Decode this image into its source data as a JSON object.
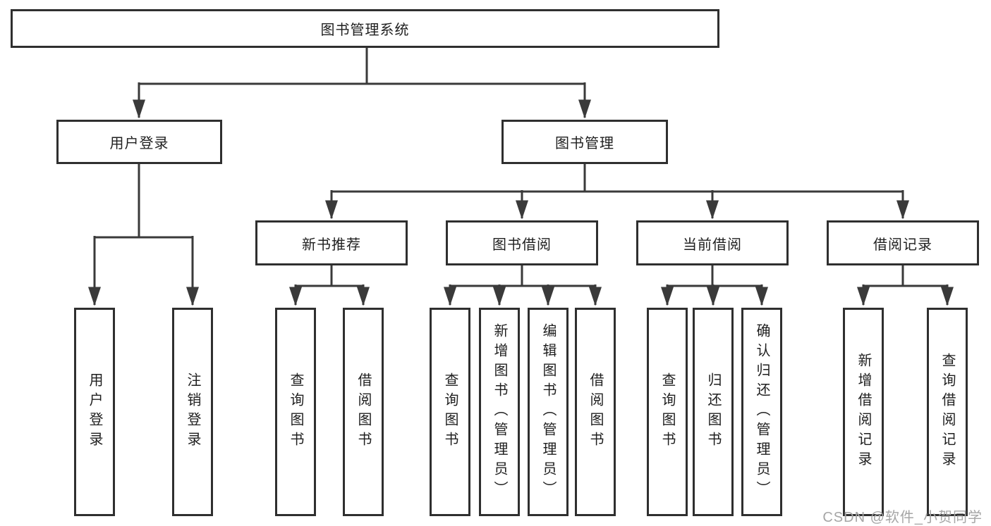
{
  "diagram": {
    "root": {
      "id": "library-management-system",
      "label": "图书管理系统"
    },
    "level2": [
      {
        "id": "user-login-module",
        "label": "用户登录",
        "parent": "library-management-system"
      },
      {
        "id": "book-management-module",
        "label": "图书管理",
        "parent": "library-management-system"
      }
    ],
    "level3": [
      {
        "id": "new-book-recommend",
        "label": "新书推荐",
        "parent": "book-management-module"
      },
      {
        "id": "book-borrowing",
        "label": "图书借阅",
        "parent": "book-management-module"
      },
      {
        "id": "current-borrowing",
        "label": "当前借阅",
        "parent": "book-management-module"
      },
      {
        "id": "borrowing-records",
        "label": "借阅记录",
        "parent": "book-management-module"
      }
    ],
    "leaves": [
      {
        "id": "user-login",
        "label": "用户登录",
        "parent": "user-login-module"
      },
      {
        "id": "logout",
        "label": "注销登录",
        "parent": "user-login-module"
      },
      {
        "id": "query-books-recommend",
        "label": "查询图书",
        "parent": "new-book-recommend"
      },
      {
        "id": "borrow-books-recommend",
        "label": "借阅图书",
        "parent": "new-book-recommend"
      },
      {
        "id": "query-books-borrowing",
        "label": "查询图书",
        "parent": "book-borrowing"
      },
      {
        "id": "add-books-admin",
        "label": "新增图书（管理员）",
        "parent": "book-borrowing"
      },
      {
        "id": "edit-books-admin",
        "label": "编辑图书（管理员）",
        "parent": "book-borrowing"
      },
      {
        "id": "borrow-books",
        "label": "借阅图书",
        "parent": "book-borrowing"
      },
      {
        "id": "query-books-current",
        "label": "查询图书",
        "parent": "current-borrowing"
      },
      {
        "id": "return-books",
        "label": "归还图书",
        "parent": "current-borrowing"
      },
      {
        "id": "confirm-return-admin",
        "label": "确认归还（管理员）",
        "parent": "current-borrowing"
      },
      {
        "id": "add-borrow-record",
        "label": "新增借阅记录",
        "parent": "borrowing-records"
      },
      {
        "id": "query-borrow-record",
        "label": "查询借阅记录",
        "parent": "borrowing-records"
      }
    ]
  },
  "watermark": {
    "text": "CSDN @软件_小贺同学"
  },
  "colors": {
    "line": "#3a3a3a",
    "box_border": "#2f2f2f",
    "box_fill": "#ffffff",
    "text": "#1f1f1f",
    "background": "#ffffff",
    "watermark": "#a6a6a6"
  }
}
